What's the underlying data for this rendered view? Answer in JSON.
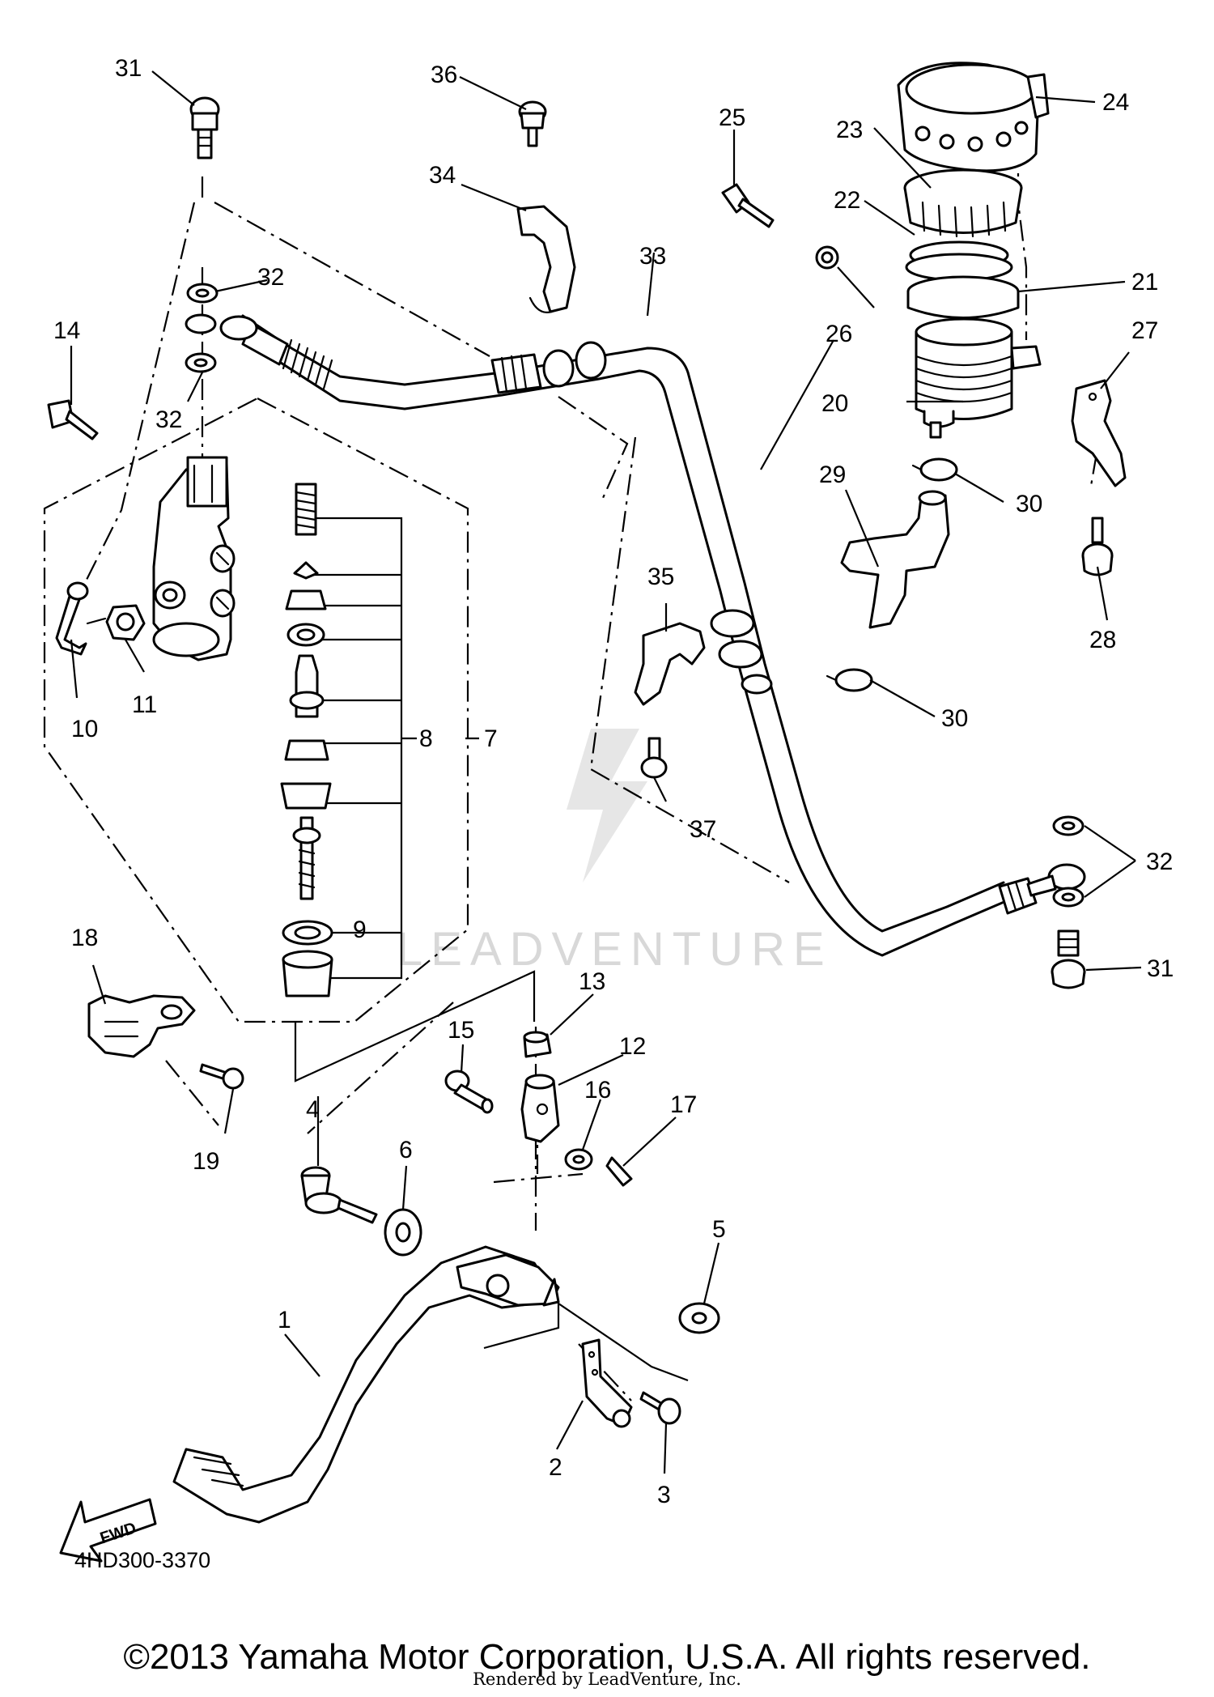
{
  "diagram": {
    "part_code": "4HD300-3370",
    "copyright": "©2013 Yamaha Motor Corporation, U.S.A. All rights reserved.",
    "rendered_by": "Rendered by LeadVenture, Inc.",
    "watermark": "LEADVENTURE",
    "fwd_label": "FWD",
    "callouts": {
      "c1": "1",
      "c2": "2",
      "c3": "3",
      "c4": "4",
      "c5": "5",
      "c6": "6",
      "c7": "7",
      "c8": "8",
      "c9": "9",
      "c10": "10",
      "c11": "11",
      "c12": "12",
      "c13": "13",
      "c14": "14",
      "c15": "15",
      "c16": "16",
      "c17": "17",
      "c18": "18",
      "c19": "19",
      "c20": "20",
      "c21": "21",
      "c22": "22",
      "c23": "23",
      "c24": "24",
      "c25": "25",
      "c26": "26",
      "c27": "27",
      "c28": "28",
      "c29": "29",
      "c30a": "30",
      "c30b": "30",
      "c31a": "31",
      "c31b": "31",
      "c32a": "32",
      "c32b": "32",
      "c32c": "32",
      "c33": "33",
      "c34": "34",
      "c35": "35",
      "c36": "36",
      "c37": "37"
    }
  }
}
